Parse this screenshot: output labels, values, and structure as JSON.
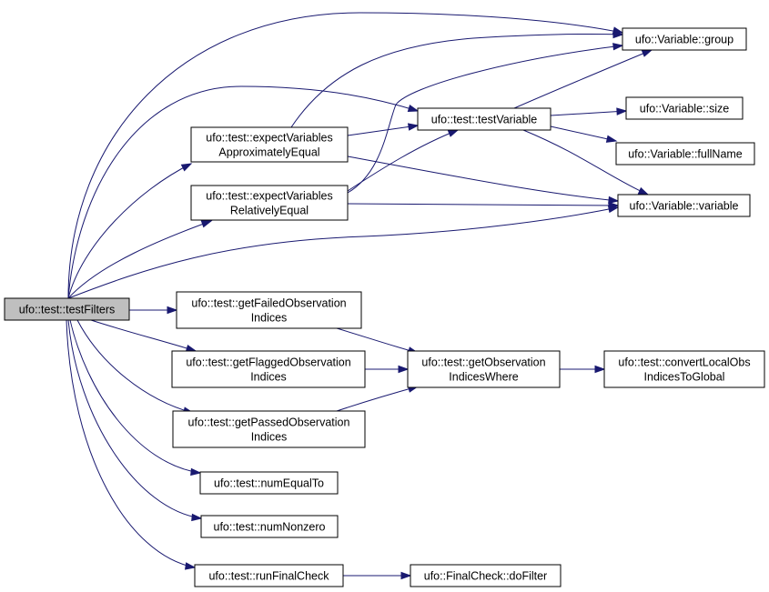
{
  "colors": {
    "edge": "#191970",
    "node_border": "#000000",
    "node_fill": "#ffffff",
    "root_fill": "#bfbfbf"
  },
  "nodes": [
    {
      "id": "testFilters",
      "lines": [
        "ufo::test::testFilters"
      ],
      "root": true
    },
    {
      "id": "expectApprox",
      "lines": [
        "ufo::test::expectVariables",
        "ApproximatelyEqual"
      ]
    },
    {
      "id": "expectRel",
      "lines": [
        "ufo::test::expectVariables",
        "RelativelyEqual"
      ]
    },
    {
      "id": "testVariable",
      "lines": [
        "ufo::test::testVariable"
      ]
    },
    {
      "id": "group",
      "lines": [
        "ufo::Variable::group"
      ]
    },
    {
      "id": "size",
      "lines": [
        "ufo::Variable::size"
      ]
    },
    {
      "id": "fullName",
      "lines": [
        "ufo::Variable::fullName"
      ]
    },
    {
      "id": "variable",
      "lines": [
        "ufo::Variable::variable"
      ]
    },
    {
      "id": "getFailed",
      "lines": [
        "ufo::test::getFailedObservation",
        "Indices"
      ]
    },
    {
      "id": "getFlagged",
      "lines": [
        "ufo::test::getFlaggedObservation",
        "Indices"
      ]
    },
    {
      "id": "getPassed",
      "lines": [
        "ufo::test::getPassedObservation",
        "Indices"
      ]
    },
    {
      "id": "getWhere",
      "lines": [
        "ufo::test::getObservation",
        "IndicesWhere"
      ]
    },
    {
      "id": "convert",
      "lines": [
        "ufo::test::convertLocalObs",
        "IndicesToGlobal"
      ]
    },
    {
      "id": "numEqualTo",
      "lines": [
        "ufo::test::numEqualTo"
      ]
    },
    {
      "id": "numNonzero",
      "lines": [
        "ufo::test::numNonzero"
      ]
    },
    {
      "id": "runFinalCheck",
      "lines": [
        "ufo::test::runFinalCheck"
      ]
    },
    {
      "id": "doFilter",
      "lines": [
        "ufo::FinalCheck::doFilter"
      ]
    }
  ],
  "edges": [
    {
      "from": "testFilters",
      "to": "group"
    },
    {
      "from": "testFilters",
      "to": "testVariable"
    },
    {
      "from": "testFilters",
      "to": "expectApprox"
    },
    {
      "from": "testFilters",
      "to": "expectRel"
    },
    {
      "from": "testFilters",
      "to": "variable"
    },
    {
      "from": "testFilters",
      "to": "getFailed"
    },
    {
      "from": "testFilters",
      "to": "getFlagged"
    },
    {
      "from": "testFilters",
      "to": "getPassed"
    },
    {
      "from": "testFilters",
      "to": "numEqualTo"
    },
    {
      "from": "testFilters",
      "to": "numNonzero"
    },
    {
      "from": "testFilters",
      "to": "runFinalCheck"
    },
    {
      "from": "expectApprox",
      "to": "group"
    },
    {
      "from": "expectApprox",
      "to": "testVariable"
    },
    {
      "from": "expectApprox",
      "to": "variable"
    },
    {
      "from": "expectRel",
      "to": "group"
    },
    {
      "from": "expectRel",
      "to": "testVariable"
    },
    {
      "from": "expectRel",
      "to": "variable"
    },
    {
      "from": "testVariable",
      "to": "group"
    },
    {
      "from": "testVariable",
      "to": "size"
    },
    {
      "from": "testVariable",
      "to": "fullName"
    },
    {
      "from": "testVariable",
      "to": "variable"
    },
    {
      "from": "getFailed",
      "to": "getWhere"
    },
    {
      "from": "getFlagged",
      "to": "getWhere"
    },
    {
      "from": "getPassed",
      "to": "getWhere"
    },
    {
      "from": "getWhere",
      "to": "convert"
    },
    {
      "from": "runFinalCheck",
      "to": "doFilter"
    }
  ]
}
